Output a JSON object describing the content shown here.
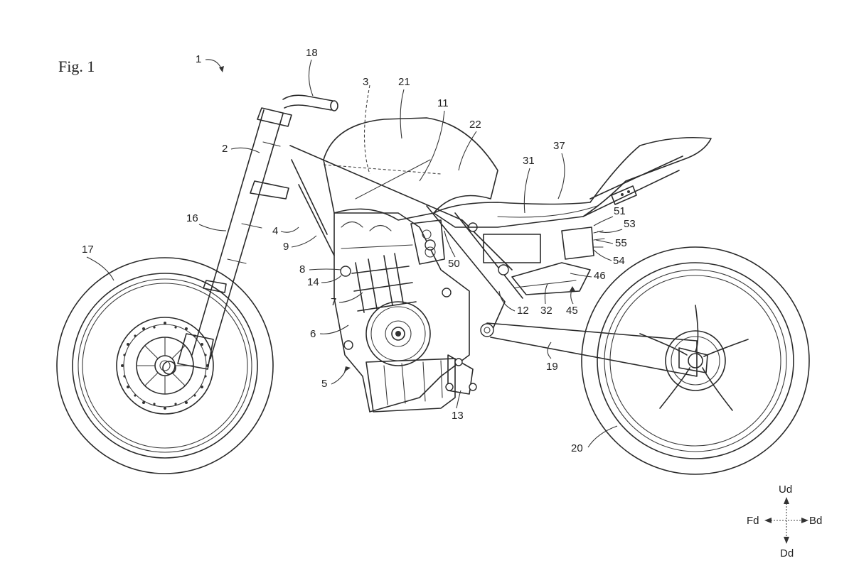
{
  "figure": {
    "title": "Fig. 1",
    "overall_ref": "1",
    "subject": "motorcycle side view (patent drawing)"
  },
  "reference_numerals": [
    {
      "id": "1"
    },
    {
      "id": "2"
    },
    {
      "id": "3"
    },
    {
      "id": "4"
    },
    {
      "id": "5"
    },
    {
      "id": "6"
    },
    {
      "id": "7"
    },
    {
      "id": "8"
    },
    {
      "id": "9"
    },
    {
      "id": "11"
    },
    {
      "id": "12"
    },
    {
      "id": "13"
    },
    {
      "id": "14"
    },
    {
      "id": "16"
    },
    {
      "id": "17"
    },
    {
      "id": "18"
    },
    {
      "id": "19"
    },
    {
      "id": "20"
    },
    {
      "id": "21"
    },
    {
      "id": "22"
    },
    {
      "id": "31"
    },
    {
      "id": "32"
    },
    {
      "id": "37"
    },
    {
      "id": "45"
    },
    {
      "id": "46"
    },
    {
      "id": "50"
    },
    {
      "id": "51"
    },
    {
      "id": "53"
    },
    {
      "id": "54"
    },
    {
      "id": "55"
    }
  ],
  "labels": {
    "r1": "1",
    "r2": "2",
    "r3": "3",
    "r4": "4",
    "r5": "5",
    "r6": "6",
    "r7": "7",
    "r8": "8",
    "r9": "9",
    "r11": "11",
    "r12": "12",
    "r13": "13",
    "r14": "14",
    "r16": "16",
    "r17": "17",
    "r18": "18",
    "r19": "19",
    "r20": "20",
    "r21": "21",
    "r22": "22",
    "r31": "31",
    "r32": "32",
    "r37": "37",
    "r45": "45",
    "r46": "46",
    "r50": "50",
    "r51": "51",
    "r53": "53",
    "r54": "54",
    "r55": "55"
  },
  "direction_legend": {
    "up": "Ud",
    "down": "Dd",
    "front": "Fd",
    "back": "Bd"
  }
}
